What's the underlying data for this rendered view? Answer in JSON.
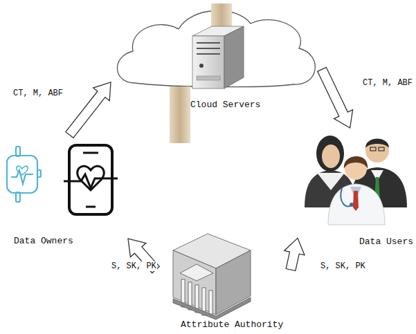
{
  "diagram": {
    "nodes": [
      {
        "text": [
          "Cloud Servers"
        ]
      },
      {
        "text": [
          "Data Owners"
        ]
      },
      {
        "text": [
          "Data Users"
        ]
      },
      {
        "text": [
          "Attribute Authority"
        ]
      }
    ],
    "edges": [
      {
        "from": 1,
        "to": 0,
        "label": "CT, M, ABF",
        "arrow": "to"
      },
      {
        "from": 0,
        "to": 2,
        "label": "CT, M, ABF",
        "arrow": "to"
      },
      {
        "from": 3,
        "to": 1,
        "label": "S, SK, PK",
        "arrow": "to"
      },
      {
        "from": 3,
        "to": 2,
        "label": "S, SK, PK",
        "arrow": "to"
      }
    ]
  }
}
